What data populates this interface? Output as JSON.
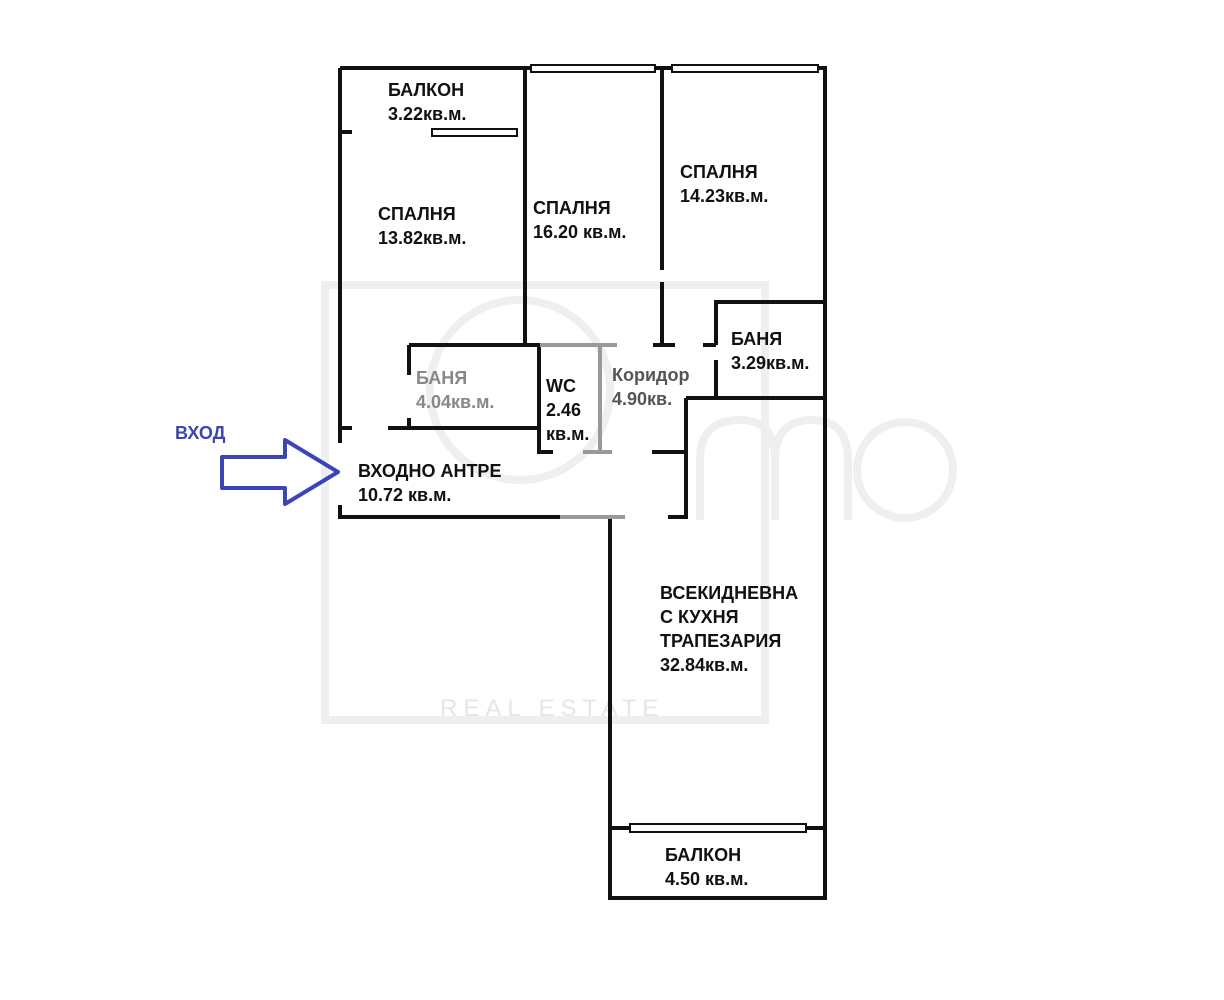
{
  "rooms": [
    {
      "name": "БАЛКОН",
      "area": "3.22кв.м."
    },
    {
      "name": "СПАЛНЯ",
      "area": "13.82кв.м."
    },
    {
      "name": "СПАЛНЯ",
      "area": "16.20 кв.м."
    },
    {
      "name": "СПАЛНЯ",
      "area": "14.23кв.м."
    },
    {
      "name": "БАНЯ",
      "area": "3.29кв.м."
    },
    {
      "name": "БАНЯ",
      "area": "4.04кв.м."
    },
    {
      "name": "WC",
      "area": "2.46",
      "area2": "кв.м."
    },
    {
      "name": "Коридор",
      "area": "4.90кв."
    },
    {
      "name": "ВХОДНО АНТРЕ",
      "area": "10.72 кв.м."
    },
    {
      "name": "ВСЕКИДНЕВНА",
      "name2": "С КУХНЯ",
      "name3": "ТРАПЕЗАРИЯ",
      "area": "32.84кв.м."
    },
    {
      "name": "БАЛКОН",
      "area": "4.50 кв.м."
    }
  ],
  "entrance": {
    "label": "ВХОД",
    "color": "#3a45b8"
  },
  "watermark": {
    "text": "REAL ESTATE",
    "brand": "mo"
  }
}
